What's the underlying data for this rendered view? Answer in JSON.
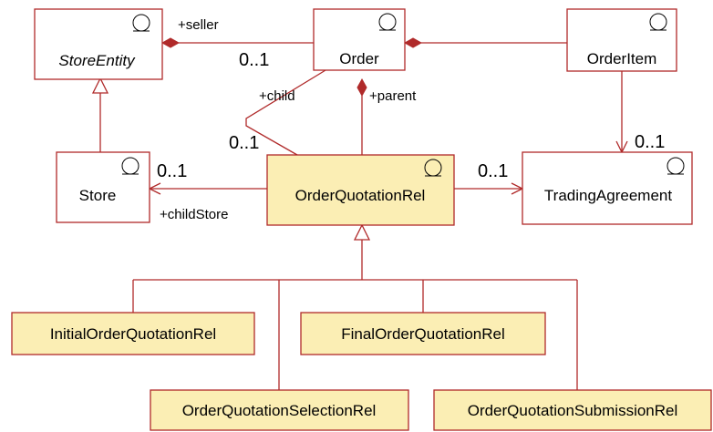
{
  "classes": {
    "store_entity": "StoreEntity",
    "order": "Order",
    "order_item": "OrderItem",
    "store": "Store",
    "order_quotation_rel": "OrderQuotationRel",
    "trading_agreement": "TradingAgreement",
    "initial_order_quotation_rel": "InitialOrderQuotationRel",
    "final_order_quotation_rel": "FinalOrderQuotationRel",
    "order_quotation_selection_rel": "OrderQuotationSelectionRel",
    "order_quotation_submission_rel": "OrderQuotationSubmissionRel"
  },
  "roles": {
    "seller": "+seller",
    "child": "+child",
    "parent": "+parent",
    "child_store": "+childStore"
  },
  "multiplicities": {
    "seller_order": "0..1",
    "child_order": "0..1",
    "store": "0..1",
    "trading_agreement_from_rel": "0..1",
    "trading_agreement_from_item": "0..1"
  },
  "colors": {
    "line": "#b02a2a",
    "highlight_fill": "#fbeeb4",
    "plain_fill": "#ffffff"
  },
  "icons": {
    "class_stereotype": "entity-circle-icon",
    "composition": "filled-diamond",
    "generalization": "hollow-triangle",
    "navigation": "open-arrowhead"
  }
}
